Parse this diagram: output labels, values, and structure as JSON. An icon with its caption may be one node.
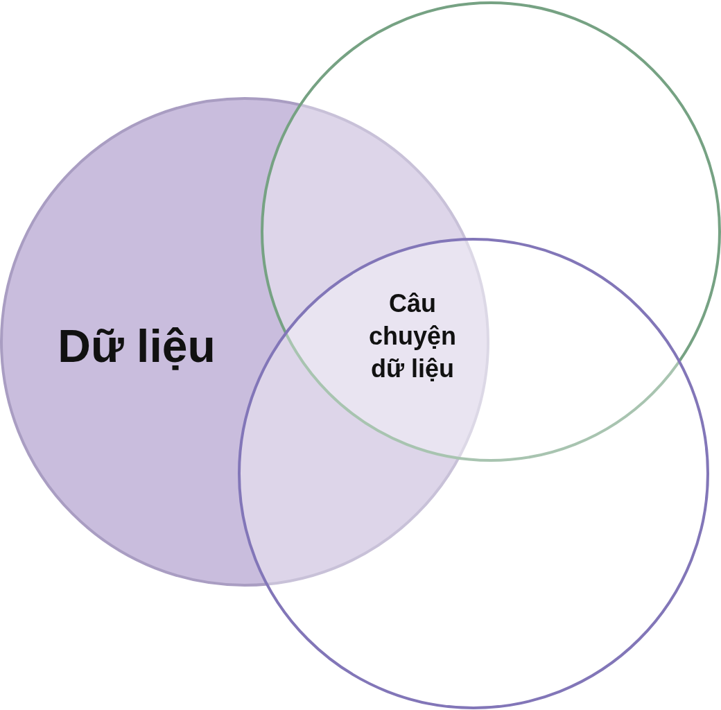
{
  "diagram": {
    "nodes": [
      {
        "text": [
          "Dữ liệu"
        ]
      },
      {
        "text": [],
        "shape": "circle"
      },
      {
        "text": [],
        "shape": "circle"
      }
    ],
    "labels": [
      "Câu chuyện dữ liệu"
    ]
  }
}
